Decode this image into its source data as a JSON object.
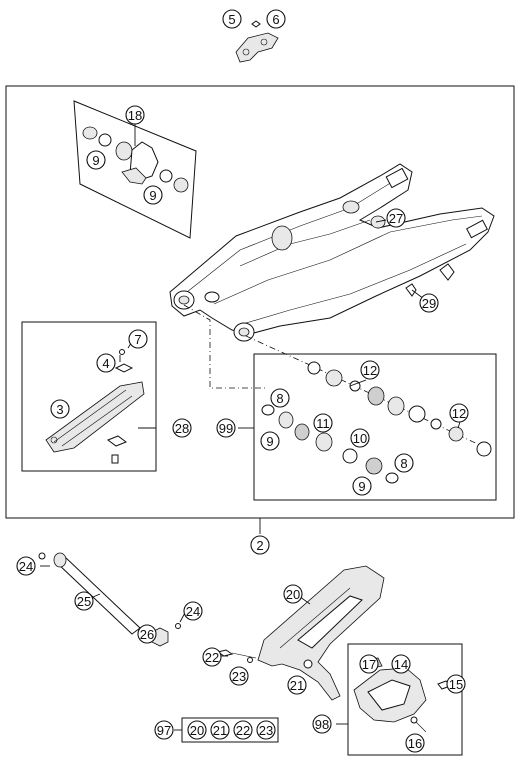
{
  "callouts": {
    "c2": "2",
    "c3": "3",
    "c4": "4",
    "c5": "5",
    "c6": "6",
    "c7": "7",
    "c8": "8",
    "c9": "9",
    "c10": "10",
    "c11": "11",
    "c12": "12",
    "c14": "14",
    "c15": "15",
    "c16": "16",
    "c17": "17",
    "c18": "18",
    "c20": "20",
    "c21": "21",
    "c22": "22",
    "c23": "23",
    "c24": "24",
    "c25": "25",
    "c26": "26",
    "c27": "27",
    "c28": "28",
    "c29": "29",
    "c97": "97",
    "c98": "98",
    "c99": "99"
  },
  "kit_97": [
    "20",
    "21",
    "22",
    "23"
  ]
}
